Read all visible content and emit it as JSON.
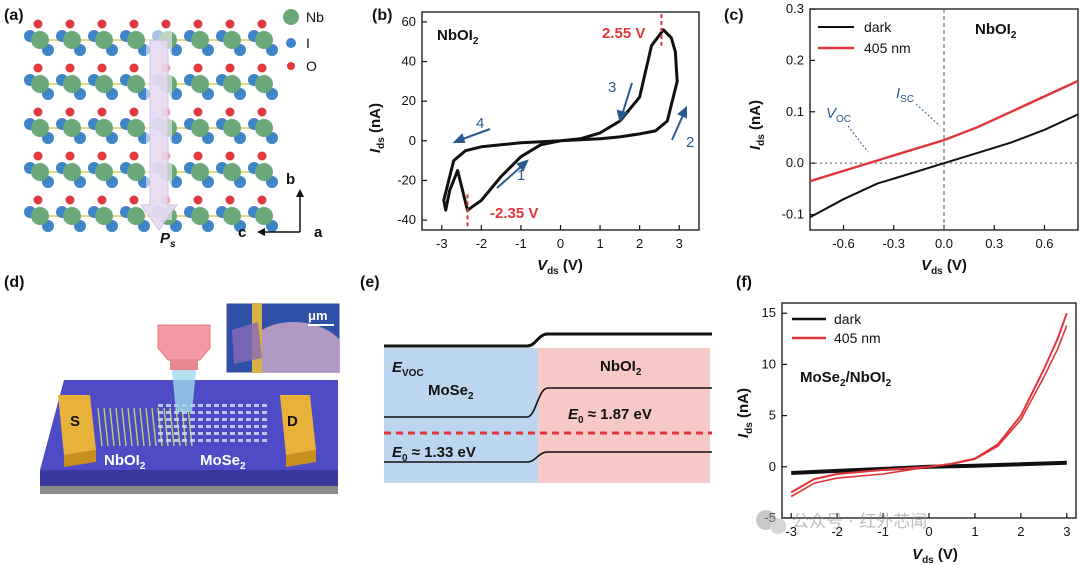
{
  "colors": {
    "red": "#e0353a",
    "black": "#111111",
    "blue": "#2b5a91",
    "nb": "#6aa878",
    "iodine": "#3f84c8",
    "oxygen": "#e0393c",
    "band_left": "#bcd6ef",
    "band_right": "#f7c9c6",
    "substrate": "#4d4cc6",
    "electrode": "#e8b23a"
  },
  "panels": {
    "a": {
      "label": "(a)",
      "legend": [
        {
          "name": "Nb",
          "color": "#6aa878"
        },
        {
          "name": "I",
          "color": "#3f84c8"
        },
        {
          "name": "O",
          "color": "#e0393c"
        }
      ],
      "polarization": "P",
      "polarization_sub": "s",
      "axis_b": "b",
      "axis_c": "c",
      "axis_a": "a"
    },
    "b": {
      "label": "(b)",
      "material": "NbOI",
      "material_sub": "2",
      "ylabel": "I",
      "ylabel_sub": "ds",
      "ylabel_unit": " (nA)",
      "xlabel": "V",
      "xlabel_sub": "ds",
      "xlabel_unit": " (V)",
      "peak_pos": "2.55 V",
      "peak_neg": "-2.35 V",
      "arrow_labels": [
        "1",
        "2",
        "3",
        "4"
      ]
    },
    "c": {
      "label": "(c)",
      "legend_dark": "dark",
      "legend_light": "405 nm",
      "material": "NbOI",
      "material_sub": "2",
      "voc": "V",
      "voc_sub": "OC",
      "isc": "I",
      "isc_sub": "SC",
      "ylabel": "I",
      "ylabel_sub": "ds",
      "ylabel_unit": " (nA)",
      "xlabel": "V",
      "xlabel_sub": "ds",
      "xlabel_unit": " (V)"
    },
    "d": {
      "label": "(d)",
      "source": "S",
      "drain": "D",
      "left_material": "NbOI",
      "left_sub": "2",
      "right_material": "MoSe",
      "right_sub": "2",
      "scale": "μm"
    },
    "e": {
      "label": "(e)",
      "evoc": "E",
      "evoc_sub": "VOC",
      "left_material": "MoSe",
      "left_sub": "2",
      "right_material": "NbOI",
      "right_sub": "2",
      "left_gap_sym": "E",
      "left_gap_sub": "0",
      "left_gap_val": " ≈ 1.33 eV",
      "right_gap_sym": "E",
      "right_gap_sub": "0",
      "right_gap_val": " ≈ 1.87 eV"
    },
    "f": {
      "label": "(f)",
      "legend_dark": "dark",
      "legend_light": "405 nm",
      "material": "MoSe",
      "material_sub": "2",
      "material2": "/NbOI",
      "material2_sub": "2",
      "ylabel": "I",
      "ylabel_sub": "ds",
      "ylabel_unit": " (nA)",
      "xlabel": "V",
      "xlabel_sub": "ds",
      "xlabel_unit": " (V)"
    }
  },
  "watermark": "公众号 · 红外芯闻",
  "chart_data": [
    {
      "type": "line",
      "panel": "b",
      "xlim": [
        -3.5,
        3.5
      ],
      "ylim": [
        -45,
        65
      ],
      "xticks": [
        -3,
        -2,
        -1,
        0,
        1,
        2,
        3
      ],
      "yticks": [
        -40,
        -20,
        0,
        20,
        40,
        60
      ],
      "series": [
        {
          "x": [
            0,
            0.5,
            1.0,
            1.5,
            2.0,
            2.4,
            2.7,
            2.95,
            2.9,
            2.8,
            2.6,
            2.3,
            2.0,
            1.5,
            1.0,
            0.5,
            0,
            -0.5,
            -1.0,
            -1.5,
            -2.0,
            -2.4,
            -2.7,
            -2.95,
            -2.9,
            -2.8,
            -2.6,
            -2.35,
            -2.0,
            -1.5,
            -1.0,
            -0.5,
            0
          ],
          "y": [
            0,
            0.5,
            1,
            2,
            3.5,
            5,
            10,
            30,
            45,
            52,
            56,
            48,
            22,
            10,
            4,
            1,
            0,
            -0.5,
            -1,
            -2,
            -3,
            -5,
            -10,
            -30,
            -35,
            -25,
            -15,
            -35,
            -30,
            -18,
            -8,
            -2,
            0
          ]
        }
      ]
    },
    {
      "type": "line",
      "panel": "c",
      "xlim": [
        -0.8,
        0.8
      ],
      "ylim": [
        -0.13,
        0.3
      ],
      "xticks": [
        -0.6,
        -0.3,
        0.0,
        0.3,
        0.6
      ],
      "yticks": [
        -0.1,
        0.0,
        0.1,
        0.2,
        0.3
      ],
      "series": [
        {
          "name": "dark",
          "x": [
            -0.8,
            -0.6,
            -0.4,
            -0.2,
            0.0,
            0.2,
            0.4,
            0.6,
            0.8
          ],
          "y": [
            -0.105,
            -0.07,
            -0.04,
            -0.02,
            0.0,
            0.02,
            0.04,
            0.065,
            0.095
          ]
        },
        {
          "name": "405 nm",
          "x": [
            -0.8,
            -0.6,
            -0.4,
            -0.2,
            0.0,
            0.2,
            0.4,
            0.6,
            0.8
          ],
          "y": [
            -0.035,
            -0.015,
            0.005,
            0.025,
            0.045,
            0.07,
            0.1,
            0.13,
            0.16
          ]
        }
      ]
    },
    {
      "type": "line",
      "panel": "f",
      "xlim": [
        -3.2,
        3.2
      ],
      "ylim": [
        -5,
        16
      ],
      "xticks": [
        -3,
        -2,
        -1,
        0,
        1,
        2,
        3
      ],
      "yticks": [
        -5,
        0,
        5,
        10,
        15
      ],
      "series": [
        {
          "name": "dark",
          "x": [
            -3,
            -2,
            -1,
            0,
            1,
            2,
            3
          ],
          "y": [
            -0.6,
            -0.4,
            -0.2,
            0,
            0.1,
            0.25,
            0.4
          ]
        },
        {
          "name": "405 nm",
          "x": [
            -3,
            -2.5,
            -2,
            -1,
            0,
            0.5,
            1,
            1.5,
            2,
            2.5,
            2.8,
            3
          ],
          "y": [
            -2.5,
            -1.2,
            -0.7,
            -0.3,
            0,
            0.3,
            0.8,
            2.2,
            5,
            9.5,
            12.5,
            15
          ]
        }
      ]
    }
  ]
}
